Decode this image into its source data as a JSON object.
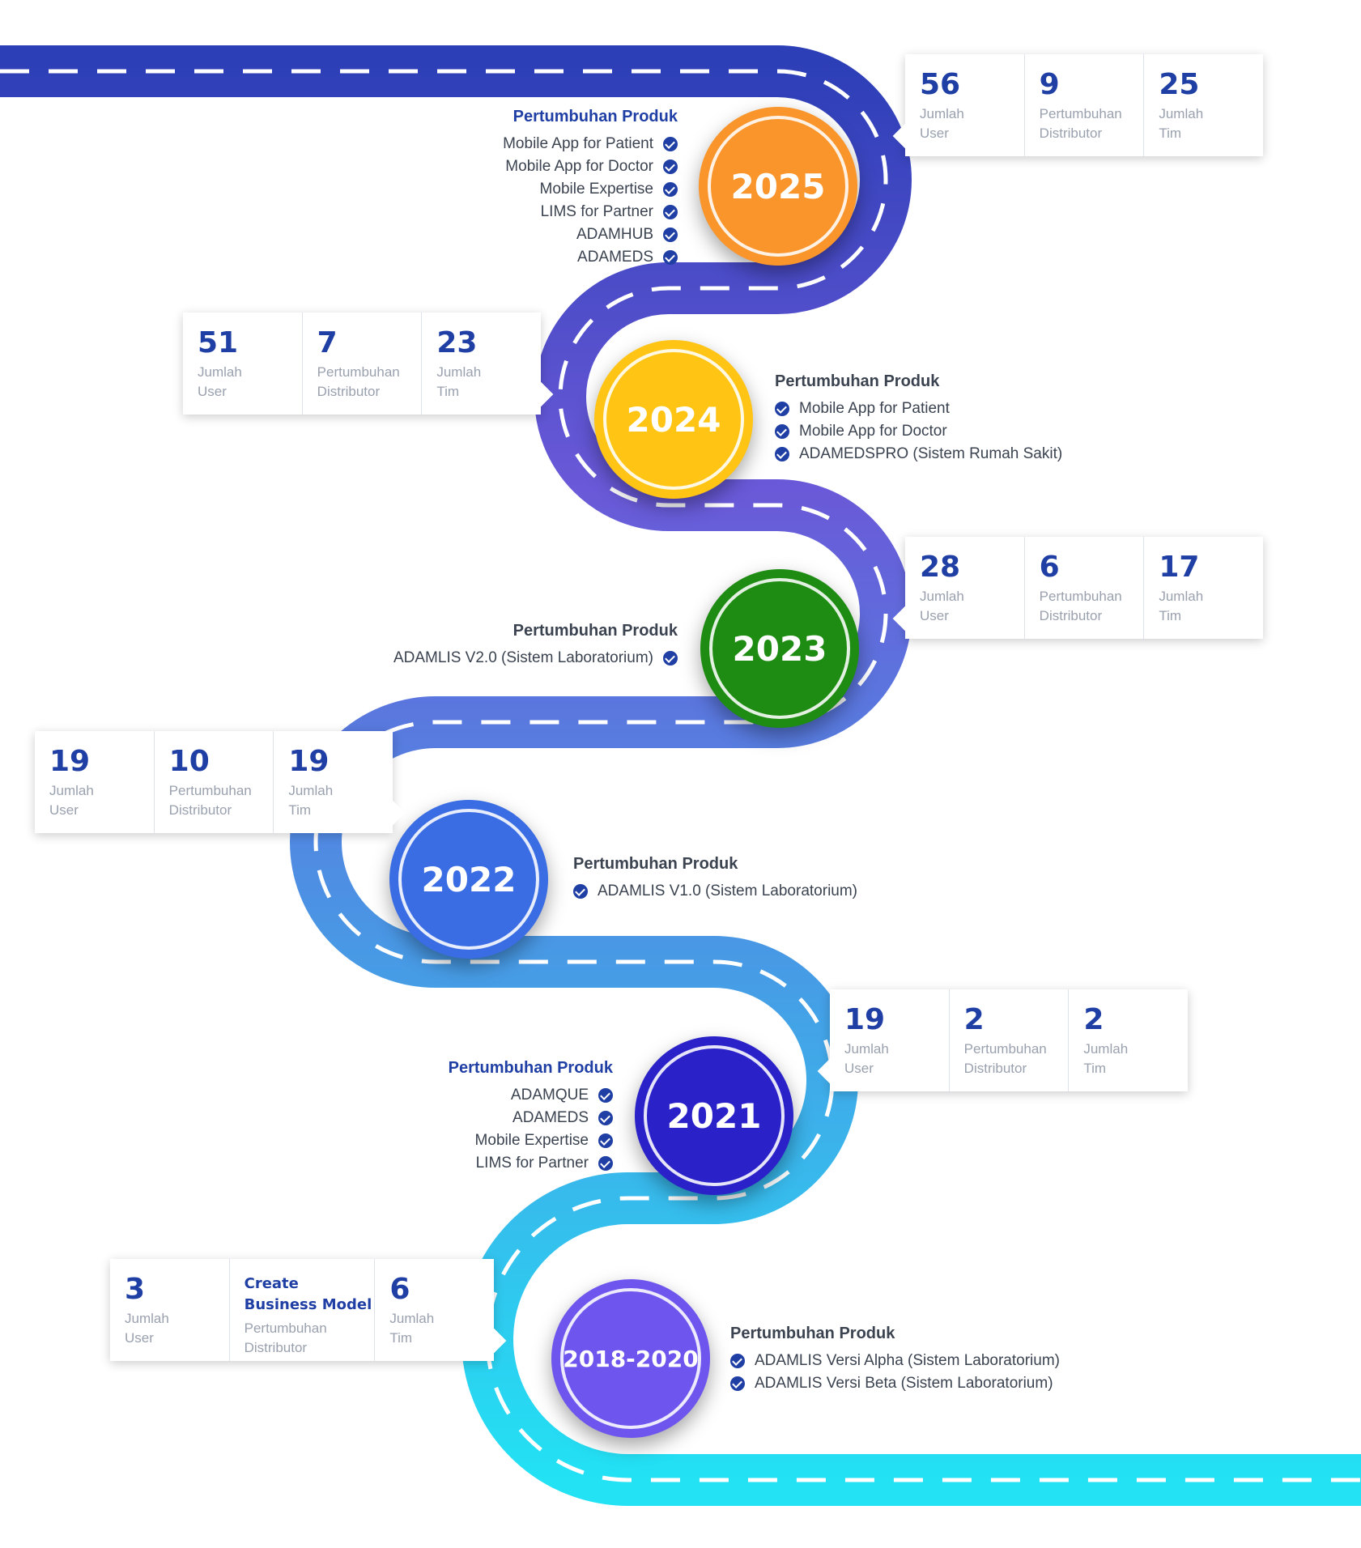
{
  "milestones": [
    {
      "year": "2025",
      "color": "#F9952B",
      "title": "Pertumbuhan Produk",
      "products": [
        "Mobile App for Patient",
        "Mobile App for Doctor",
        "Mobile Expertise",
        "LIMS for Partner",
        "ADAMHUB",
        "ADAMEDS"
      ],
      "stats": [
        {
          "value": "56",
          "label": "Jumlah\nUser"
        },
        {
          "value": "9",
          "label": "Pertumbuhan\nDistributor"
        },
        {
          "value": "25",
          "label": "Jumlah\nTim"
        }
      ]
    },
    {
      "year": "2024",
      "color": "#FFC414",
      "title": "Pertumbuhan Produk",
      "products": [
        "Mobile App for Patient",
        "Mobile App for Doctor",
        "ADAMEDSPRO (Sistem Rumah Sakit)"
      ],
      "stats": [
        {
          "value": "51",
          "label": "Jumlah\nUser"
        },
        {
          "value": "7",
          "label": "Pertumbuhan\nDistributor"
        },
        {
          "value": "23",
          "label": "Jumlah\nTim"
        }
      ]
    },
    {
      "year": "2023",
      "color": "#1E8C12",
      "title": "Pertumbuhan Produk",
      "products": [
        "ADAMLIS V2.0 (Sistem Laboratorium)"
      ],
      "stats": [
        {
          "value": "28",
          "label": "Jumlah\nUser"
        },
        {
          "value": "6",
          "label": "Pertumbuhan\nDistributor"
        },
        {
          "value": "17",
          "label": "Jumlah\nTim"
        }
      ]
    },
    {
      "year": "2022",
      "color": "#3A6DE3",
      "title": "Pertumbuhan Produk",
      "products": [
        "ADAMLIS V1.0 (Sistem Laboratorium)"
      ],
      "stats": [
        {
          "value": "19",
          "label": "Jumlah\nUser"
        },
        {
          "value": "10",
          "label": "Pertumbuhan\nDistributor"
        },
        {
          "value": "19",
          "label": "Jumlah\nTim"
        }
      ]
    },
    {
      "year": "2021",
      "color": "#2A21C9",
      "title": "Pertumbuhan Produk",
      "products": [
        "ADAMQUE",
        "ADAMEDS",
        "Mobile Expertise",
        "LIMS for Partner"
      ],
      "stats": [
        {
          "value": "19",
          "label": "Jumlah\nUser"
        },
        {
          "value": "2",
          "label": "Pertumbuhan\nDistributor"
        },
        {
          "value": "2",
          "label": "Jumlah\nTim"
        }
      ]
    },
    {
      "year": "2018-2020",
      "color": "#6E55EE",
      "title": "Pertumbuhan Produk",
      "products": [
        "ADAMLIS Versi Alpha (Sistem Laboratorium)",
        "ADAMLIS Versi Beta (Sistem Laboratorium)"
      ],
      "stats": [
        {
          "value": "3",
          "label": "Jumlah\nUser"
        },
        {
          "value": "Create Business Model",
          "label": "Pertumbuhan\nDistributor"
        },
        {
          "value": "6",
          "label": "Jumlah\nTim"
        }
      ]
    }
  ],
  "road": {
    "top_color": "#2D3FB7",
    "middle_color": "#6A59D8",
    "bottom_color": "#22E2F4",
    "dash_color": "#FFFFFF",
    "check_color": "#1F3FA5"
  }
}
